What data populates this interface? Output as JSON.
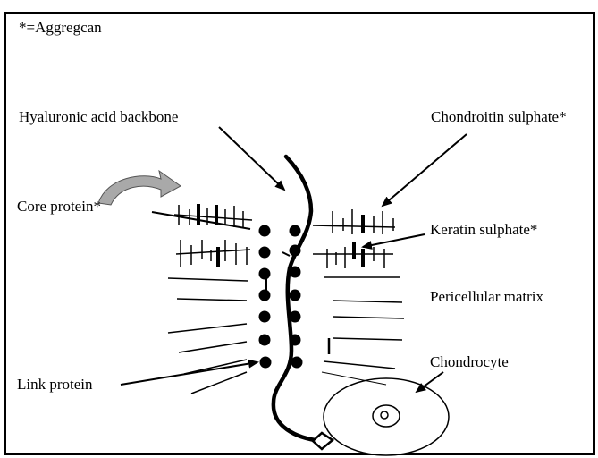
{
  "legend_note": "*=Aggregcan",
  "labels": {
    "hyaluronic": "Hyaluronic acid backbone",
    "chondroitin": "Chondroitin sulphate*",
    "core_protein": "Core protein*",
    "keratin": "Keratin sulphate*",
    "pericellular": "Pericellular matrix",
    "chondrocyte": "Chondrocyte",
    "link_protein": "Link protein"
  },
  "colors": {
    "line": "#000000",
    "curved_arrow_fill": "#a9a9a9"
  }
}
